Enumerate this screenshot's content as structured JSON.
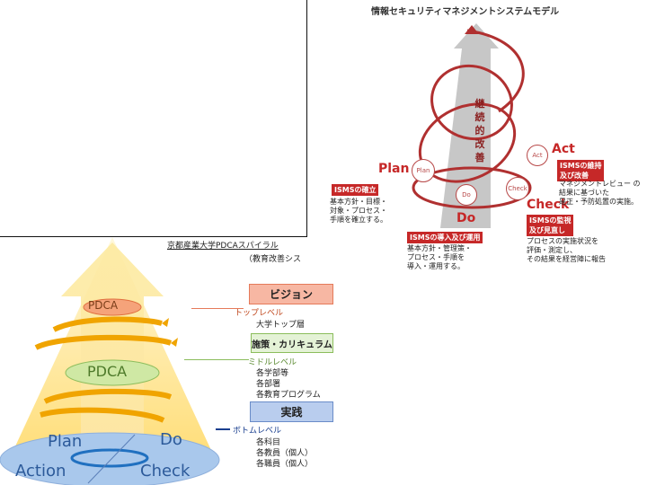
{
  "isms": {
    "title": "情報セキュリティマネジメントシステムモデル",
    "arrow_text": [
      "継",
      "続",
      "的",
      "改",
      "善"
    ],
    "plan_big": "Plan",
    "do_big": "Do",
    "check_big": "Check",
    "act_big": "Act",
    "node_plan": "Plan",
    "node_do": "Do",
    "node_check": "Check",
    "node_act": "Act",
    "plan_label": "ISMSの確立",
    "plan_desc": [
      "基本方針・目標・",
      "対象・プロセス・",
      "手順を確立する。"
    ],
    "do_label": "ISMSの導入及び運用",
    "do_desc": [
      "基本方針・管理策・",
      "プロセス・手順を",
      "導入・運用する。"
    ],
    "check_label": "ISMSの監視",
    "check_label2": "及び見直し",
    "check_desc": [
      "プロセスの実施状況を",
      "評価・測定し、",
      "その結果を経営陣に報告"
    ],
    "act_label": "ISMSの維持",
    "act_label2": "及び改善",
    "act_desc": [
      "マネジメントレビュー の",
      "結果に基づいた",
      "是正・予防処置の実施。"
    ]
  },
  "spiral": {
    "title": "京都産業大学PDCAスパイラル",
    "subtitle": "（教育改善シス",
    "pdca_top": "PDCA",
    "pdca_mid": "PDCA",
    "plan": "Plan",
    "do": "Do",
    "action": "Action",
    "check": "Check",
    "levels": [
      {
        "box": "ビジョン",
        "level": "トップレベル",
        "members": [
          "大学トップ層"
        ],
        "color": "#f7b7a3",
        "border": "#e57a5a",
        "line": "#e57a5a"
      },
      {
        "box": "施策・カリキュラム",
        "level": "ミドルレベル",
        "members": [
          "各学部等",
          "各部署",
          "各教育プログラム"
        ],
        "color": "#e4f2d6",
        "border": "#8bbd5c",
        "line": "#8bbd5c"
      },
      {
        "box": "実践",
        "level": "ボトムレベル",
        "members": [
          "各科目",
          "各教員（個人）",
          "各職員（個人）"
        ],
        "color": "#b9cdee",
        "border": "#6a8cc8",
        "line": "#1a3f8f"
      }
    ]
  }
}
